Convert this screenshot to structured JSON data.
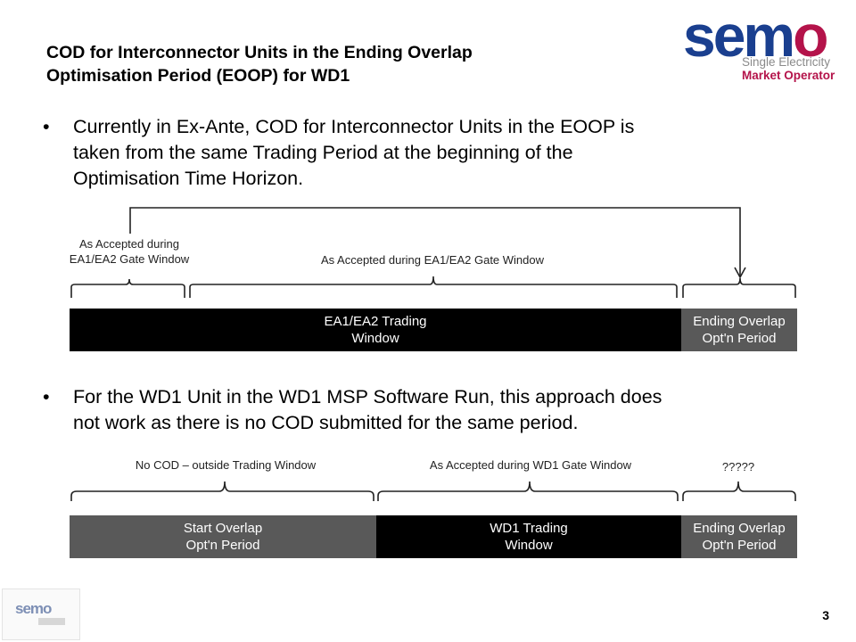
{
  "title": {
    "line1": "COD for Interconnector Units in the Ending Overlap",
    "line2": "Optimisation Period (EOOP) for WD1"
  },
  "logo": {
    "word_blue": "sem",
    "word_red": "o",
    "tagline1": "Single Electricity",
    "tagline2": "Market Operator",
    "brand_blue": "#1a3f8f",
    "brand_red": "#b4134a"
  },
  "bullets": [
    {
      "symbol": "•",
      "lines": [
        "Currently in Ex-Ante, COD for Interconnector Units in the EOOP is",
        "taken from the same Trading Period at the beginning of the",
        "Optimisation Time Horizon."
      ]
    },
    {
      "symbol": "•",
      "lines": [
        "For the WD1 Unit in the WD1 MSP Software Run, this approach does",
        "not work as there is no COD submitted for the same period."
      ]
    }
  ],
  "diagram1": {
    "label_left_line1": "As Accepted during",
    "label_left_line2": "EA1/EA2 Gate Window",
    "label_middle": "As Accepted during EA1/EA2 Gate Window",
    "bar_main_line1": "EA1/EA2 Trading",
    "bar_main_line2": "Window",
    "bar_end_line1": "Ending Overlap",
    "bar_end_line2": "Opt'n Period"
  },
  "diagram2": {
    "label_left": "No COD – outside Trading Window",
    "label_middle": "As Accepted during WD1 Gate Window",
    "label_right": "?????",
    "bar_start_line1": "Start Overlap",
    "bar_start_line2": "Opt'n Period",
    "bar_main_line1": "WD1 Trading",
    "bar_main_line2": "Window",
    "bar_end_line1": "Ending Overlap",
    "bar_end_line2": "Opt'n Period"
  },
  "colors": {
    "bar_black": "#000000",
    "bar_grey": "#595959"
  },
  "footer": {
    "mini_logo": "semo",
    "page_number": "3"
  }
}
